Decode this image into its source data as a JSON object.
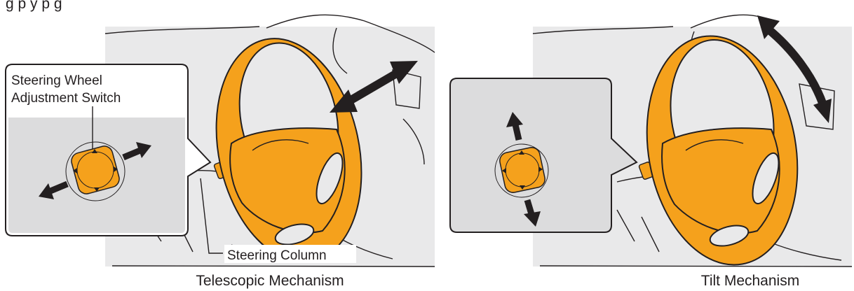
{
  "top_text_fragment": "g                                         p           y  p        g",
  "panels": [
    {
      "caption": "Telescopic Mechanism",
      "labels": {
        "switch_line1": "Steering Wheel",
        "switch_line2": "Adjustment Switch",
        "column": "Steering Column"
      }
    },
    {
      "caption": "Tilt Mechanism"
    }
  ],
  "colors": {
    "wheel_orange": "#f5a11c",
    "background_gray": "#e9e9ea",
    "inset_gray": "#dcdcdd",
    "outline": "#231f20"
  }
}
